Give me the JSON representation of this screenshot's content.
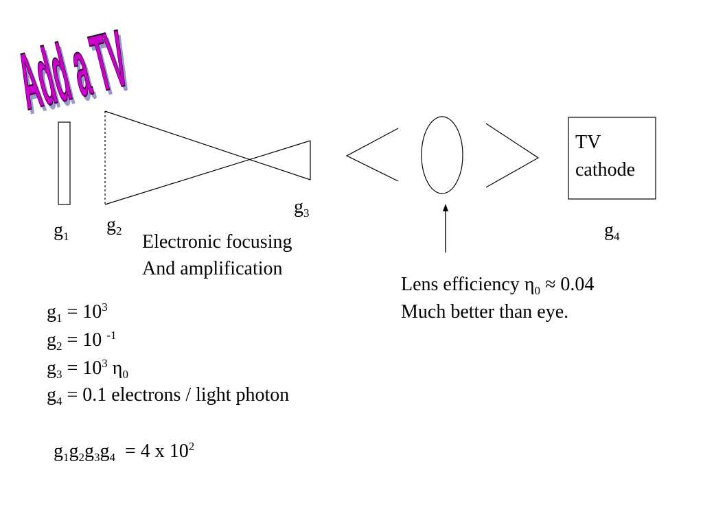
{
  "title": "Add a TV",
  "colors": {
    "title_fill": "#cc00cc",
    "title_shadow": "#9a9ac8",
    "ink": "#000000"
  },
  "diagram": {
    "tv_label_line1": "TV",
    "tv_label_line2": "cathode",
    "stage_labels": {
      "g1": {
        "base": "g",
        "sub": "1"
      },
      "g2": {
        "base": "g",
        "sub": "2"
      },
      "g3": {
        "base": "g",
        "sub": "3"
      },
      "g4": {
        "base": "g",
        "sub": "4"
      }
    },
    "focusing_line1": "Electronic focusing",
    "focusing_line2": "And amplification",
    "lens_line1_pre": "Lens efficiency ",
    "lens_eta": "η",
    "lens_eta_sub": "0",
    "lens_line1_post": " ≈ 0.04",
    "lens_line2": "Much better than eye."
  },
  "equations": [
    {
      "base": "g",
      "sub": "1",
      "rhs": " = 10",
      "sup": "3",
      "tail": ""
    },
    {
      "base": "g",
      "sub": "2",
      "rhs": " = 10 ",
      "sup": "-1",
      "tail": ""
    },
    {
      "base": "g",
      "sub": "3",
      "rhs": " = 10",
      "sup": "3",
      "tail": " η",
      "tail_sub": "0"
    },
    {
      "base": "g",
      "sub": "4",
      "rhs": " = 0.1 electrons / light photon"
    }
  ],
  "product": {
    "terms": [
      {
        "base": "g",
        "sub": "1"
      },
      {
        "base": "g",
        "sub": "2"
      },
      {
        "base": "g",
        "sub": "3"
      },
      {
        "base": "g",
        "sub": "4"
      }
    ],
    "rhs": "  = 4 x 10",
    "sup": "2"
  }
}
